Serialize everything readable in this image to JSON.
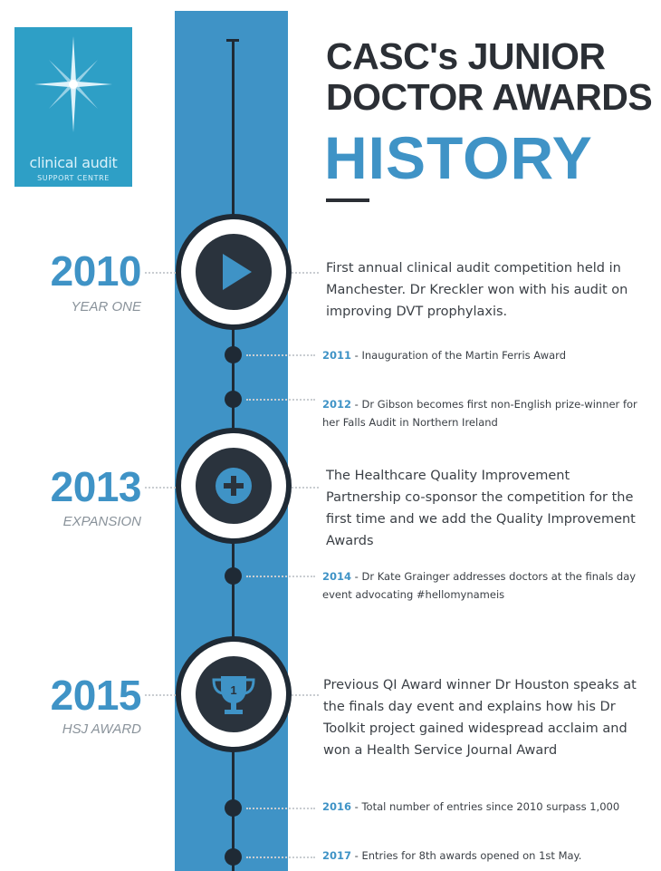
{
  "logo": {
    "line1": "clinical audit",
    "line2": "SUPPORT CENTRE"
  },
  "title": {
    "line1": "CASC's JUNIOR",
    "line2": "DOCTOR AWARDS",
    "line3": "HISTORY"
  },
  "milestones": [
    {
      "year": "2010",
      "subtitle": "YEAR ONE",
      "icon": "play-icon",
      "text": "First annual clinical audit competition held in Manchester. Dr Kreckler won with his audit on improving DVT prophylaxis."
    },
    {
      "year": "2013",
      "subtitle": "EXPANSION",
      "icon": "plus-icon",
      "text": "The Healthcare Quality Improvement Partnership co-sponsor the competition for the first time and we add the Quality Improvement Awards"
    },
    {
      "year": "2015",
      "subtitle": "HSJ AWARD",
      "icon": "trophy-icon",
      "trophy_number": "1",
      "text": "Previous QI Award winner Dr Houston speaks at the finals day event and explains how his Dr Toolkit project gained widespread acclaim and won a Health Service Journal Award"
    }
  ],
  "events": [
    {
      "year": "2011",
      "text": " - Inauguration of the Martin Ferris Award"
    },
    {
      "year": "2012",
      "text": " - Dr Gibson becomes first non-English prize-winner for her Falls Audit in Northern Ireland"
    },
    {
      "year": "2014",
      "text": " - Dr Kate Grainger addresses doctors at the finals day event advocating #hellomynameis"
    },
    {
      "year": "2016",
      "text": " - Total number of entries since 2010 surpass 1,000"
    },
    {
      "year": "2017",
      "text": " - Entries for 8th awards opened on 1st May."
    }
  ],
  "colors": {
    "accent": "#3f93c6",
    "dark": "#1f2a35",
    "text": "#3a3f45"
  }
}
